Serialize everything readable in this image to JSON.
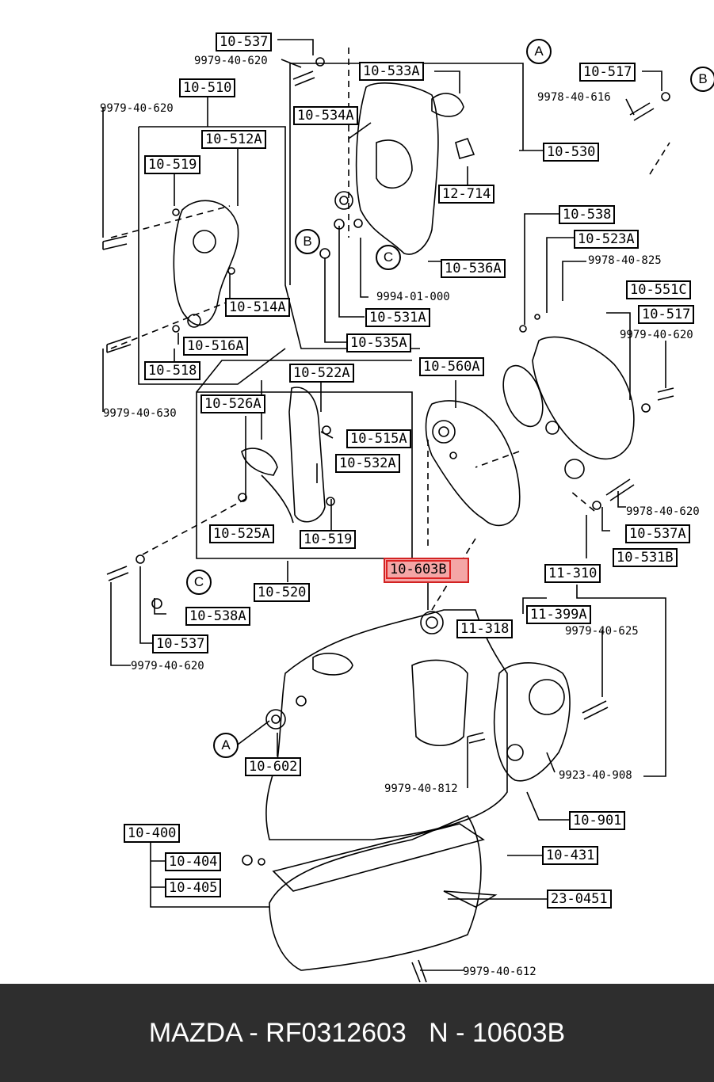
{
  "labels": {
    "p10_537_top": "10-537",
    "p9979_40_620_a": "9979-40-620",
    "p10_510": "10-510",
    "p9979_40_620_b": "9979-40-620",
    "p10_512a": "10-512A",
    "p10_519_top": "10-519",
    "p10_533a": "10-533A",
    "p10_534a": "10-534A",
    "p10_530": "10-530",
    "p12_714": "12-714",
    "p10_536a": "10-536A",
    "p9994_01_000": "9994-01-000",
    "p10_531a": "10-531A",
    "p10_535a": "10-535A",
    "p10_514a": "10-514A",
    "p10_516a": "10-516A",
    "p10_518": "10-518",
    "p9979_40_630": "9979-40-630",
    "p10_517_top": "10-517",
    "p9978_40_616": "9978-40-616",
    "p10_538": "10-538",
    "p10_523a": "10-523A",
    "p9978_40_825": "9978-40-825",
    "p10_551c": "10-551C",
    "p10_517_mid": "10-517",
    "p9979_40_620_c": "9979-40-620",
    "p10_560a": "10-560A",
    "p10_522a": "10-522A",
    "p10_526a": "10-526A",
    "p10_515a": "10-515A",
    "p10_532a": "10-532A",
    "p10_525a": "10-525A",
    "p10_519_bot": "10-519",
    "p10_520": "10-520",
    "p9978_40_620": "9978-40-620",
    "p10_537a": "10-537A",
    "p10_531b": "10-531B",
    "p10_603b": "10-603B",
    "p11_310": "11-310",
    "p11_399a": "11-399A",
    "p9979_40_625": "9979-40-625",
    "p11_318": "11-318",
    "p10_538a": "10-538A",
    "p10_537_bot": "10-537",
    "p9979_40_620_d": "9979-40-620",
    "p10_602": "10-602",
    "p9979_40_812": "9979-40-812",
    "p9923_40_908": "9923-40-908",
    "p10_901": "10-901",
    "p10_400": "10-400",
    "p10_404": "10-404",
    "p10_405": "10-405",
    "p10_431": "10-431",
    "p23_0451": "23-0451",
    "p9979_40_612": "9979-40-612"
  },
  "callouts": {
    "a_top": "A",
    "b_top": "B",
    "b_mid": "B",
    "c_mid": "C",
    "c_low": "C",
    "a_low": "A"
  },
  "footer": {
    "caption": "MAZDA - RF0312603   N - 10603B"
  },
  "colors": {
    "highlight_fill": "#f4a6a6",
    "highlight_border": "#d22222",
    "footer_bg": "#2e2e2e",
    "footer_text": "#ffffff"
  }
}
